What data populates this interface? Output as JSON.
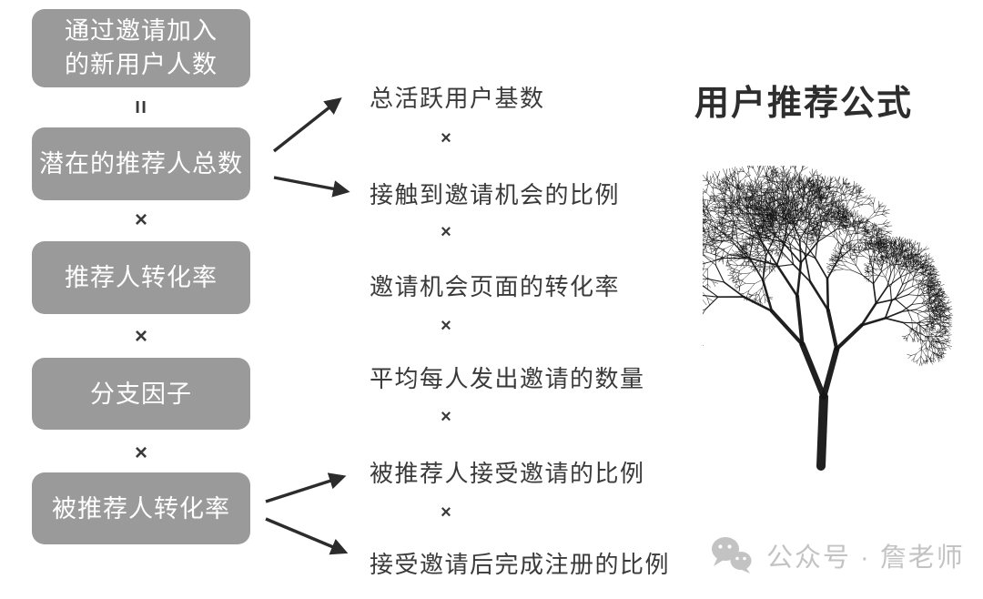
{
  "title": "用户推荐公式",
  "ops": {
    "equals": "=",
    "times": "×"
  },
  "left_column": {
    "result_box_lines": [
      "通过邀请加入",
      "的新用户人数"
    ],
    "factor_boxes": [
      "潜在的推荐人总数",
      "推荐人转化率",
      "分支因子",
      "被推荐人转化率"
    ]
  },
  "expansion": {
    "items": [
      "总活跃用户基数",
      "接触到邀请机会的比例",
      "邀请机会页面的转化率",
      "平均每人发出邀请的数量",
      "被推荐人接受邀请的比例",
      "接受邀请后完成注册的比例"
    ]
  },
  "connections": [
    {
      "from": "潜在的推荐人总数",
      "to": [
        "总活跃用户基数",
        "接触到邀请机会的比例"
      ]
    },
    {
      "from": "被推荐人转化率",
      "to": [
        "被推荐人接受邀请的比例",
        "接受邀请后完成注册的比例"
      ]
    }
  ],
  "watermark": {
    "icon": "wechat-logo-icon",
    "text": "公众号 · 詹老师"
  },
  "colors": {
    "box_bg": "#9a9a9a",
    "box_text": "#ffffff",
    "body_text": "#3a3a3a",
    "title_text": "#2d2d2d",
    "arrow": "#2c2c2c",
    "watermark": "#c3c3c3",
    "tree": "#151515"
  }
}
